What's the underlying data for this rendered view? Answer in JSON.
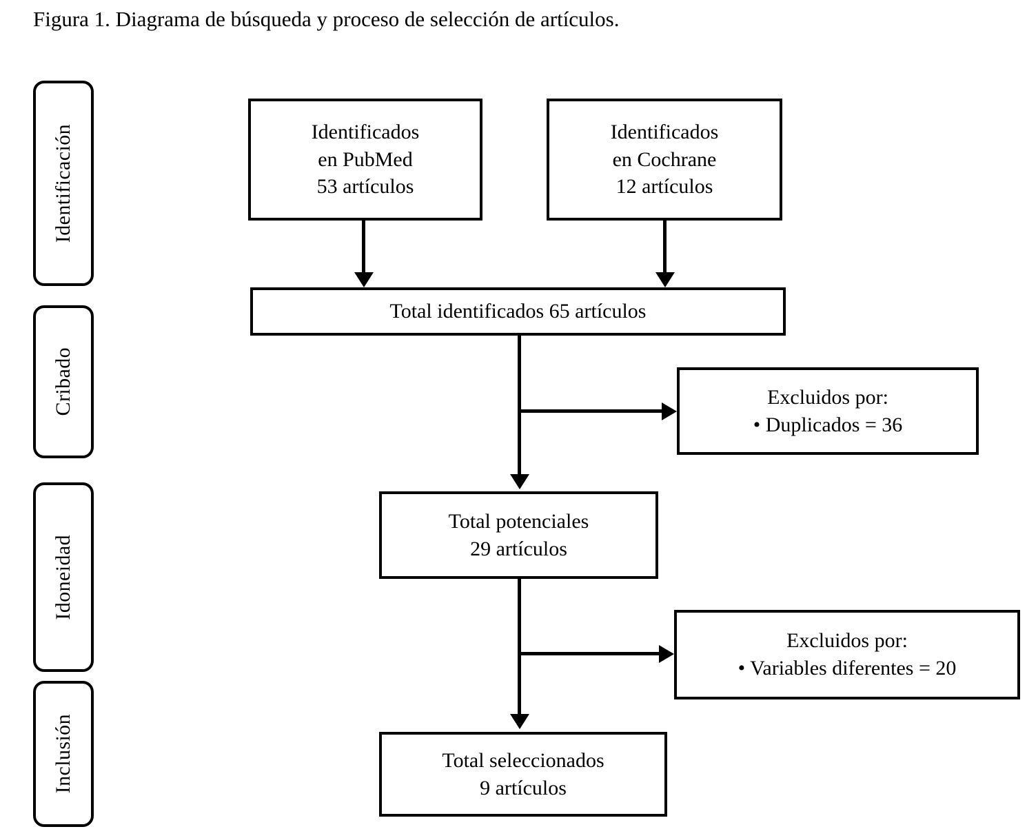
{
  "figure": {
    "title": "Figura 1. Diagrama de búsqueda y proceso de selección de artículos."
  },
  "stages": [
    {
      "label": "Identificación"
    },
    {
      "label": "Cribado"
    },
    {
      "label": "Idoneidad"
    },
    {
      "label": "Inclusión"
    }
  ],
  "boxes": {
    "pubmed": {
      "line1": "Identificados",
      "line2": "en PubMed",
      "line3": "53 artículos"
    },
    "cochrane": {
      "line1": "Identificados",
      "line2": "en Cochrane",
      "line3": "12 artículos"
    },
    "total_identified": {
      "line1": "Total identificados 65 artículos"
    },
    "excluded_duplicates": {
      "line1": "Excluidos por:",
      "line2": "• Duplicados = 36"
    },
    "total_potential": {
      "line1": "Total potenciales",
      "line2": "29 artículos"
    },
    "excluded_variables": {
      "line1": "Excluidos por:",
      "line2": "• Variables diferentes = 20"
    },
    "total_selected": {
      "line1": "Total seleccionados",
      "line2": "9 artículos"
    }
  },
  "chart_data": {
    "type": "diagram",
    "subtype": "prisma-flow",
    "title": "Figura 1. Diagrama de búsqueda y proceso de selección de artículos.",
    "stages": [
      "Identificación",
      "Cribado",
      "Idoneidad",
      "Inclusión"
    ],
    "nodes": [
      {
        "id": "pubmed",
        "stage": "Identificación",
        "text": "Identificados en PubMed 53 artículos",
        "count": 53,
        "source": "PubMed"
      },
      {
        "id": "cochrane",
        "stage": "Identificación",
        "text": "Identificados en Cochrane 12 artículos",
        "count": 12,
        "source": "Cochrane"
      },
      {
        "id": "total_identified",
        "stage": "Identificación",
        "text": "Total identificados 65 artículos",
        "count": 65
      },
      {
        "id": "excluded_duplicates",
        "stage": "Cribado",
        "text": "Excluidos por: • Duplicados = 36",
        "count": 36,
        "reason": "Duplicados"
      },
      {
        "id": "total_potential",
        "stage": "Idoneidad",
        "text": "Total potenciales 29 artículos",
        "count": 29
      },
      {
        "id": "excluded_variables",
        "stage": "Idoneidad",
        "text": "Excluidos por: • Variables diferentes = 20",
        "count": 20,
        "reason": "Variables diferentes"
      },
      {
        "id": "total_selected",
        "stage": "Inclusión",
        "text": "Total seleccionados 9 artículos",
        "count": 9
      }
    ],
    "edges": [
      {
        "from": "pubmed",
        "to": "total_identified",
        "direction": "down"
      },
      {
        "from": "cochrane",
        "to": "total_identified",
        "direction": "down"
      },
      {
        "from": "total_identified",
        "to": "excluded_duplicates",
        "direction": "right"
      },
      {
        "from": "total_identified",
        "to": "total_potential",
        "direction": "down"
      },
      {
        "from": "total_potential",
        "to": "excluded_variables",
        "direction": "right"
      },
      {
        "from": "total_potential",
        "to": "total_selected",
        "direction": "down"
      }
    ],
    "colors": {
      "stroke": "#000000",
      "fill": "#ffffff",
      "text": "#000000"
    }
  }
}
